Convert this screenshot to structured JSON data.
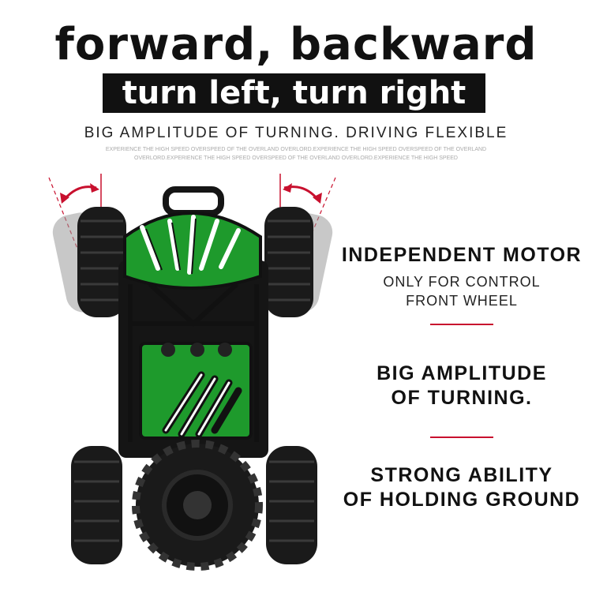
{
  "header": {
    "headline": "forward, backward",
    "subhead": "turn left, turn right",
    "tagline": "BIG AMPLITUDE OF TURNING. DRIVING FLEXIBLE",
    "fine_print": "EXPERIENCE THE HIGH SPEED OVERSPEED OF THE OVERLAND OVERLORD.EXPERIENCE THE HIGH SPEED OVERSPEED OF THE OVERLAND OVERLORD.EXPERIENCE THE HIGH SPEED OVERSPEED OF THE OVERLAND OVERLORD.EXPERIENCE THE HIGH SPEED"
  },
  "features": [
    {
      "title": "INDEPENDENT MOTOR",
      "sub_lines": [
        "ONLY FOR CONTROL",
        "FRONT WHEEL"
      ]
    },
    {
      "title_lines": [
        "BIG AMPLITUDE",
        "OF TURNING."
      ]
    },
    {
      "title_lines": [
        "STRONG ABILITY",
        "OF HOLDING GROUND"
      ]
    }
  ],
  "colors": {
    "accent": "#c8102e",
    "body_green": "#1e9a2c",
    "tire": "#1a1a1a",
    "text": "#111111"
  },
  "image": {
    "subject": "rc-car-top-view-icon"
  }
}
